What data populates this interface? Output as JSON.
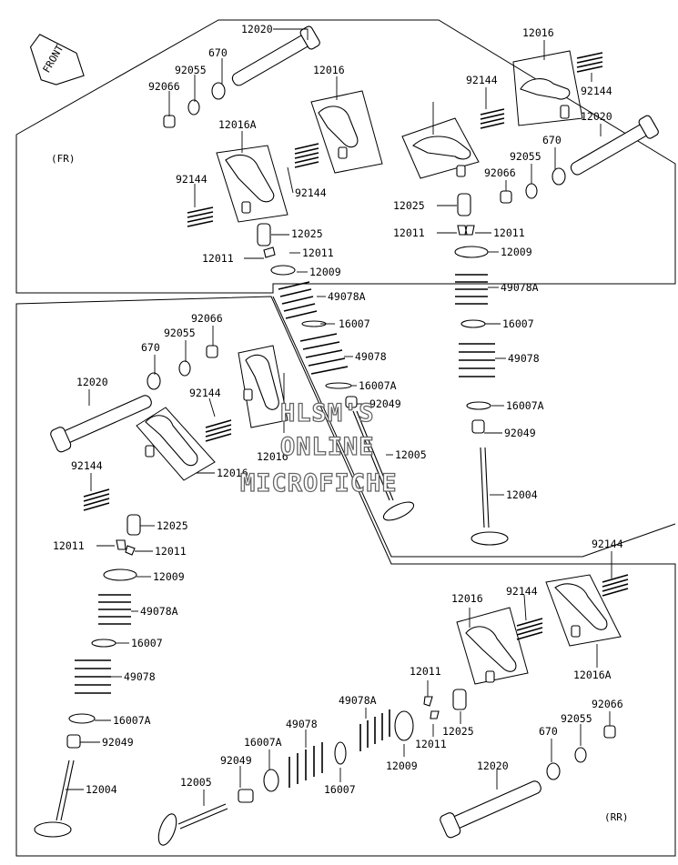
{
  "diagram": {
    "front_badge": "FRONT",
    "group_labels": {
      "front": "(FR)",
      "rear": "(RR)"
    },
    "watermark": [
      "HLSM'S",
      "ONLINE",
      "MICROFICHE"
    ],
    "callouts": {
      "c1": "12020",
      "c2": "670",
      "c3": "92055",
      "c4": "92066",
      "c5": "12016",
      "c6": "12016A",
      "c7": "92144",
      "c8": "92144",
      "c9": "12025",
      "c10": "12011",
      "c11": "12011",
      "c12": "12009",
      "c13": "49078A",
      "c14": "16007",
      "c15": "49078",
      "c16": "16007A",
      "c17": "92049",
      "c18": "12005",
      "c19": "12016",
      "c20": "92144",
      "c21": "92144",
      "c22": "12020",
      "c23": "670",
      "c24": "92055",
      "c25": "92066",
      "c26": "12025",
      "c27": "12011",
      "c28": "12011",
      "c29": "12009",
      "c30": "49078A",
      "c31": "16007",
      "c32": "49078",
      "c33": "16007A",
      "c34": "92049",
      "c35": "12004",
      "c36": "92066",
      "c37": "670",
      "c38": "92055",
      "c39": "12020",
      "c40": "92144",
      "c41": "12016",
      "c42": "92144",
      "c43": "12016",
      "c44": "12025",
      "c45": "12011",
      "c46": "12011",
      "c47": "12009",
      "c48": "49078A",
      "c49": "16007",
      "c50": "49078",
      "c51": "16007A",
      "c52": "92049",
      "c53": "12004",
      "c54": "92144",
      "c55": "12016",
      "c56": "92144",
      "c57": "12016A",
      "c58": "12011",
      "c59": "12011",
      "c60": "12025",
      "c61": "92066",
      "c62": "670",
      "c63": "92055",
      "c64": "12020",
      "c65": "49078A",
      "c66": "49078",
      "c67": "16007A",
      "c68": "12009",
      "c69": "16007",
      "c70": "92049",
      "c71": "12005"
    }
  }
}
